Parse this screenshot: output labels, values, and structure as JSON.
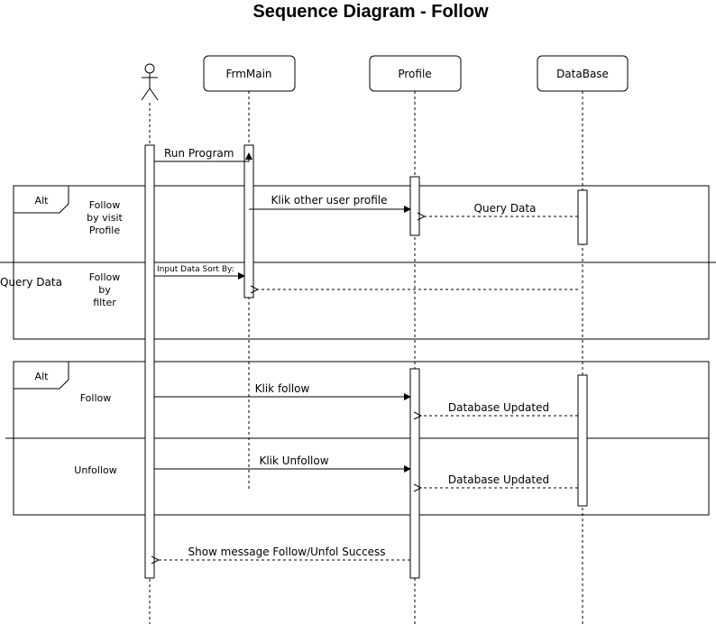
{
  "title": "Sequence Diagram - Follow",
  "participants": {
    "frmmain": "FrmMain",
    "profile": "Profile",
    "database": "DataBase"
  },
  "fragments": [
    {
      "operator": "Alt",
      "guards": [
        [
          "Follow",
          "by visit",
          "Profile"
        ],
        [
          "Follow",
          "by",
          "filter"
        ]
      ]
    },
    {
      "operator": "Alt",
      "guards": [
        [
          "Follow"
        ],
        [
          "Unfollow"
        ]
      ]
    }
  ],
  "side_label": "Query Data",
  "messages": {
    "run_program": "Run Program",
    "klik_other_user_profile": "Klik other user profile",
    "query_data": "Query Data",
    "input_data_sort_by": "Input Data Sort By:",
    "klik_follow": "Klik follow",
    "database_updated_1": "Database Updated",
    "klik_unfollow": "Klik Unfollow",
    "database_updated_2": "Database Updated",
    "show_message": "Show message Follow/Unfol Success"
  }
}
